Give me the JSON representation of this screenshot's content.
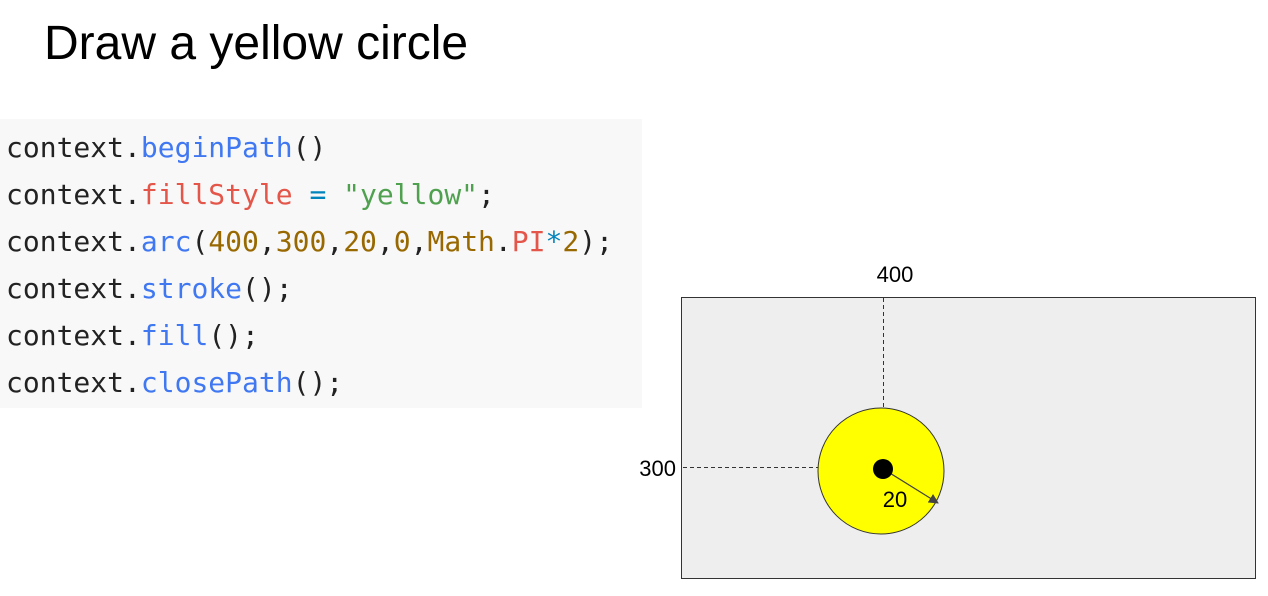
{
  "title": "Draw a yellow circle",
  "code": {
    "lines": [
      [
        {
          "t": "context",
          "k": "obj"
        },
        {
          "t": ".",
          "k": "punc"
        },
        {
          "t": "beginPath",
          "k": "fn"
        },
        {
          "t": "()",
          "k": "punc"
        }
      ],
      [
        {
          "t": "context",
          "k": "obj"
        },
        {
          "t": ".",
          "k": "punc"
        },
        {
          "t": "fillStyle",
          "k": "prop"
        },
        {
          "t": " ",
          "k": "punc"
        },
        {
          "t": "=",
          "k": "op"
        },
        {
          "t": " ",
          "k": "punc"
        },
        {
          "t": "\"yellow\"",
          "k": "str"
        },
        {
          "t": ";",
          "k": "punc"
        }
      ],
      [
        {
          "t": "context",
          "k": "obj"
        },
        {
          "t": ".",
          "k": "punc"
        },
        {
          "t": "arc",
          "k": "fn"
        },
        {
          "t": "(",
          "k": "punc"
        },
        {
          "t": "400",
          "k": "num"
        },
        {
          "t": ",",
          "k": "punc"
        },
        {
          "t": "300",
          "k": "num"
        },
        {
          "t": ",",
          "k": "punc"
        },
        {
          "t": "20",
          "k": "num"
        },
        {
          "t": ",",
          "k": "punc"
        },
        {
          "t": "0",
          "k": "num"
        },
        {
          "t": ",",
          "k": "punc"
        },
        {
          "t": "Math",
          "k": "num"
        },
        {
          "t": ".",
          "k": "punc"
        },
        {
          "t": "PI",
          "k": "prop"
        },
        {
          "t": "*",
          "k": "op"
        },
        {
          "t": "2",
          "k": "num"
        },
        {
          "t": ");",
          "k": "punc"
        }
      ],
      [
        {
          "t": "context",
          "k": "obj"
        },
        {
          "t": ".",
          "k": "punc"
        },
        {
          "t": "stroke",
          "k": "fn"
        },
        {
          "t": "();",
          "k": "punc"
        }
      ],
      [
        {
          "t": "context",
          "k": "obj"
        },
        {
          "t": ".",
          "k": "punc"
        },
        {
          "t": "fill",
          "k": "fn"
        },
        {
          "t": "();",
          "k": "punc"
        }
      ],
      [
        {
          "t": "context",
          "k": "obj"
        },
        {
          "t": ".",
          "k": "punc"
        },
        {
          "t": "closePath",
          "k": "fn"
        },
        {
          "t": "();",
          "k": "punc"
        }
      ]
    ]
  },
  "diagram": {
    "x_label": "400",
    "y_label": "300",
    "radius_label": "20",
    "canvas_color": "#eeeeee",
    "circle_fill": "#ffff00",
    "center_color": "#000000"
  }
}
